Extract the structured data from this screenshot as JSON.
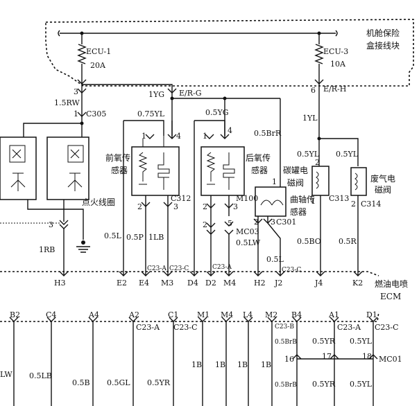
{
  "fuse_box": {
    "label_line1": "机舱保险",
    "label_line2": "盒接线块",
    "fuse_left": {
      "name": "ECU-1",
      "rating": "20A"
    },
    "fuse_right": {
      "name": "ECU-3",
      "rating": "10A"
    }
  },
  "upper_labels": {
    "pin3": "3",
    "w_15rw": "1.5RW",
    "pin1_c305": "1",
    "c305": "C305",
    "one_yg": "1YG",
    "er_g": "E/R-G",
    "pin6": "6",
    "er_h": "E/R-H",
    "w_075yl": "0.75YL",
    "w_05yg": "0.5YG",
    "w_05brr": "0.5BrR",
    "w_1yl": "1YL",
    "w_05yl_a": "0.5YL",
    "w_05yl_b": "0.5YL"
  },
  "components": {
    "front_o2": {
      "line1": "前氧传",
      "line2": "感器",
      "connector": "C312"
    },
    "rear_o2": {
      "line1": "后氧传",
      "line2": "感器",
      "connector": "M100"
    },
    "ignition_coil": {
      "label": "点火线圈"
    },
    "crank_sensor": {
      "line1": "曲轴传",
      "line2": "感器",
      "connector": "C301"
    },
    "canister_valve": {
      "line1": "碳罐电",
      "line2": "磁阀",
      "connector": "C313"
    },
    "egr_valve": {
      "line1": "废气电",
      "line2": "磁阀",
      "connector": "C314"
    },
    "mc03": "MC03"
  },
  "pins": {
    "p1": "1",
    "p2": "2",
    "p3": "3",
    "p4": "4",
    "p5": "5"
  },
  "mid_wires": {
    "w_1rb": "1RB",
    "w_05l": "0.5L",
    "w_05p": "0.5P",
    "w_1lb": "1LB",
    "w_05lw": "0.5LW",
    "w_05l_b": "0.5L",
    "w_05bo": "0.5BO",
    "w_05r": "0.5R"
  },
  "ecm_top": {
    "label_line1": "燃油电喷",
    "label_line2": "ECM",
    "c23a": "C23-A",
    "c23c": "C23-C",
    "c23a_2": "C23-A",
    "c23c_2": "C23-C",
    "terms": [
      "E2",
      "E4",
      "M3",
      "D4",
      "D2",
      "M4",
      "H2",
      "J2",
      "J4",
      "K2",
      "H3"
    ]
  },
  "ecm_bottom": {
    "terms": [
      "B2",
      "C4",
      "A4",
      "A2",
      "C1",
      "M1",
      "M4",
      "L4",
      "M2",
      "B4",
      "A1",
      "D1"
    ],
    "c23a": "C23-A",
    "c23c": "C23-C",
    "c23b": "C23-B",
    "c23a_2": "C23-A",
    "c23c_2": "C23-C",
    "w_05brb_top": "0.5BrB",
    "w_05yr_top": "0.5YR",
    "w_05yl_top": "0.5YL",
    "splice16": "16",
    "splice17": "17",
    "splice18": "18",
    "mc01": "MC01",
    "w_lw": "LW",
    "w_05lb": "0.5LB",
    "w_05b": "0.5B",
    "w_05gl": "0.5GL",
    "w_05yr": "0.5YR",
    "w_1b_a": "1B",
    "w_1b_b": "1B",
    "w_1b_c": "1B",
    "w_1b_d": "1B",
    "w_05brb_bot": "0.5BrB",
    "w_05yr_bot": "0.5YR",
    "w_05yl_bot": "0.5YL"
  }
}
